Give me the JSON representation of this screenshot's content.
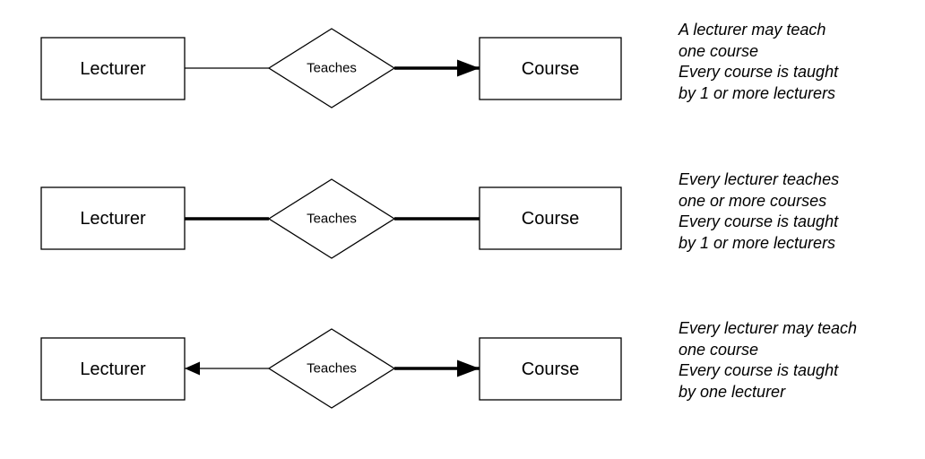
{
  "rows": [
    {
      "left_entity": "Lecturer",
      "relationship": "Teaches",
      "right_entity": "Course",
      "left_link": {
        "style": "thin",
        "arrow": false
      },
      "right_link": {
        "style": "thick",
        "arrow": true
      },
      "caption": [
        "A lecturer may teach",
        "one course",
        "Every course is taught",
        "by 1 or more lecturers"
      ]
    },
    {
      "left_entity": "Lecturer",
      "relationship": "Teaches",
      "right_entity": "Course",
      "left_link": {
        "style": "thick",
        "arrow": false
      },
      "right_link": {
        "style": "thick",
        "arrow": false
      },
      "caption": [
        "Every lecturer teaches",
        "one or more courses",
        "Every course is taught",
        "by 1 or more lecturers"
      ]
    },
    {
      "left_entity": "Lecturer",
      "relationship": "Teaches",
      "right_entity": "Course",
      "left_link": {
        "style": "thin",
        "arrow": true
      },
      "right_link": {
        "style": "thick",
        "arrow": true
      },
      "caption": [
        "Every lecturer may teach",
        "one course",
        "Every course is taught",
        "by one lecturer"
      ]
    }
  ]
}
